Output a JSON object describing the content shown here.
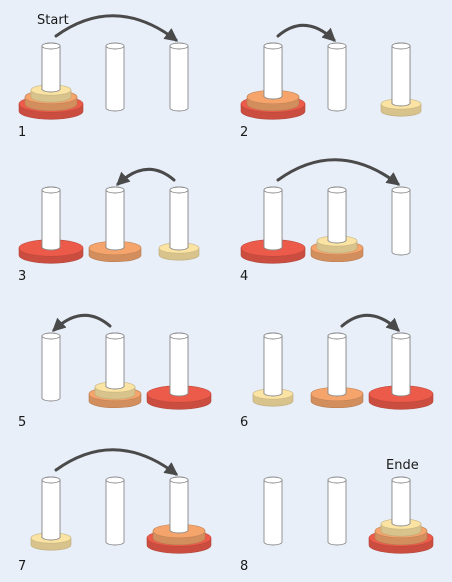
{
  "labels": {
    "start": "Start",
    "end": "Ende"
  },
  "colors": {
    "background": "#e8eff8",
    "peg_fill": "#ffffff",
    "peg_stroke": "#8a8a8a",
    "arrow": "#4a4a4a",
    "disk_large": "#ec5a4a",
    "disk_medium": "#f5a56c",
    "disk_small": "#fbe3a3"
  },
  "steps": [
    {
      "number": "1",
      "pegs": [
        [
          "large",
          "medium",
          "small"
        ],
        [],
        []
      ],
      "move": {
        "from": 1,
        "to": 3
      }
    },
    {
      "number": "2",
      "pegs": [
        [
          "large",
          "medium"
        ],
        [],
        [
          "small"
        ]
      ],
      "move": {
        "from": 1,
        "to": 2
      }
    },
    {
      "number": "3",
      "pegs": [
        [
          "large"
        ],
        [
          "medium"
        ],
        [
          "small"
        ]
      ],
      "move": {
        "from": 3,
        "to": 2
      }
    },
    {
      "number": "4",
      "pegs": [
        [
          "large"
        ],
        [
          "medium",
          "small"
        ],
        []
      ],
      "move": {
        "from": 1,
        "to": 3
      }
    },
    {
      "number": "5",
      "pegs": [
        [],
        [
          "medium",
          "small"
        ],
        [
          "large"
        ]
      ],
      "move": {
        "from": 2,
        "to": 1
      }
    },
    {
      "number": "6",
      "pegs": [
        [
          "small"
        ],
        [
          "medium"
        ],
        [
          "large"
        ]
      ],
      "move": {
        "from": 2,
        "to": 3
      }
    },
    {
      "number": "7",
      "pegs": [
        [
          "small"
        ],
        [],
        [
          "large",
          "medium"
        ]
      ],
      "move": {
        "from": 1,
        "to": 3
      }
    },
    {
      "number": "8",
      "pegs": [
        [],
        [],
        [
          "large",
          "medium",
          "small"
        ]
      ],
      "move": null
    }
  ]
}
